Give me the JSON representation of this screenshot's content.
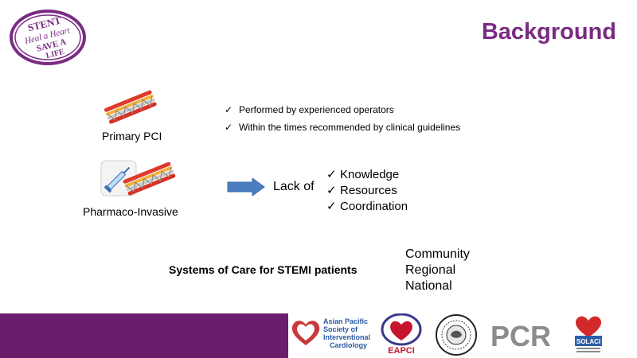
{
  "slide": {
    "title": "Background"
  },
  "logo": {
    "text_top": "STENT",
    "text_middle": "Heal a Heart",
    "text_bottom_1": "SAVE A",
    "text_bottom_2": "LIFE",
    "color": "#7b2b83"
  },
  "strategies": {
    "primary_pci": "Primary PCI",
    "pharmaco_invasive": "Pharmaco-Invasive"
  },
  "pci_conditions": [
    "Performed  by experienced operators",
    "Within the times recommended  by clinical guidelines"
  ],
  "lack_of": {
    "label": "Lack of",
    "items": [
      "Knowledge",
      "Resources",
      "Coordination"
    ]
  },
  "systems_of_care": {
    "label": "Systems of Care for STEMI patients",
    "levels": [
      "Community",
      "Regional",
      "National"
    ]
  },
  "footer": {
    "band_color": "#6b1d6d",
    "partners": {
      "apsic": "Asian Pacific Society of Interventional Cardiology",
      "apsic_lines": [
        "Asian Pacific",
        "Society of",
        "Interventional",
        "Cardiology"
      ],
      "eapci": "EAPCI",
      "pcr": "PCR",
      "solaci": "SOLACI"
    }
  },
  "icons": {
    "check": "check-icon",
    "arrow": "right-arrow-icon",
    "syringe": "syringe-icon",
    "stent": "stent-icon"
  }
}
